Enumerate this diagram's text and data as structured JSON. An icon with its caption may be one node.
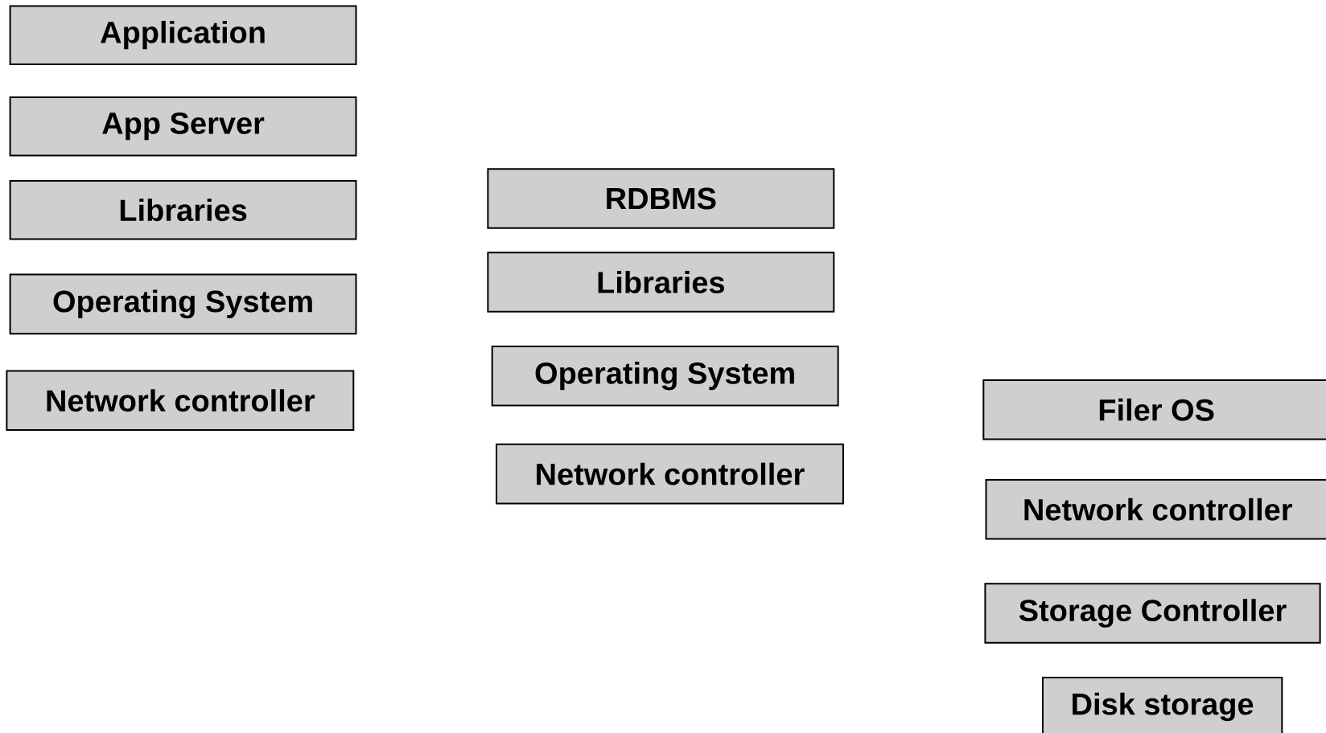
{
  "diagram": {
    "nodes": [
      {
        "text": [
          "Application"
        ]
      },
      {
        "text": [
          "App Server"
        ]
      },
      {
        "text": [
          "Libraries"
        ]
      },
      {
        "text": [
          "Operating System"
        ]
      },
      {
        "text": [
          "Network controller"
        ]
      },
      {
        "text": [
          "RDBMS"
        ]
      },
      {
        "text": [
          "Libraries"
        ]
      },
      {
        "text": [
          "Operating System"
        ]
      },
      {
        "text": [
          "Network controller"
        ]
      },
      {
        "text": [
          "Filer OS"
        ]
      },
      {
        "text": [
          "Network controller"
        ]
      },
      {
        "text": [
          "Storage Controller"
        ]
      },
      {
        "text": [
          "Disk storage"
        ]
      }
    ]
  }
}
